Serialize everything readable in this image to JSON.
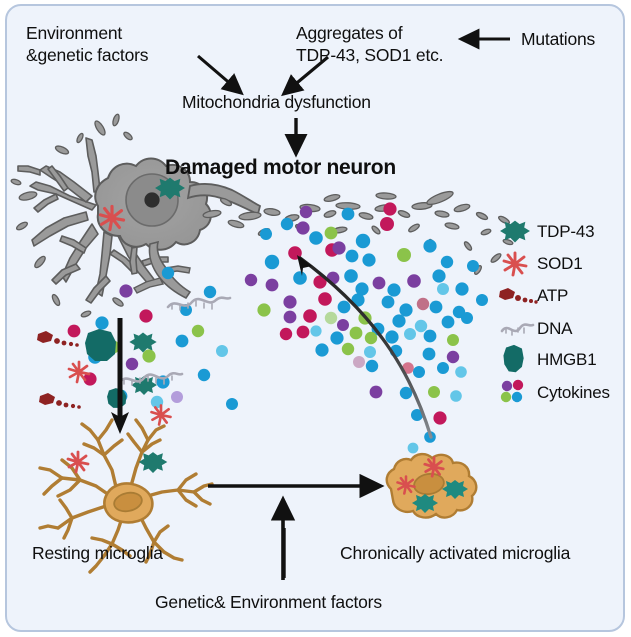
{
  "figure": {
    "title": "ALS damaged motor neuron and microglial activation schematic",
    "background_color": "#eef3fb",
    "border_color": "#b6c6de"
  },
  "labels": {
    "environment_factors": "Environment\n&genetic factors",
    "aggregates": "Aggregates of\nTDP-43, SOD1 etc.",
    "mutations": "Mutations",
    "mitochondria_dysfunction": "Mitochondria dysfunction",
    "damaged_motor_neuron": "Damaged motor neuron",
    "resting_microglia": "Resting microglia",
    "chronically_activated_microglia": "Chronically activated microglia",
    "genetic_environment_factors": "Genetic& Environment factors"
  },
  "legend": {
    "items": [
      {
        "label": "TDP-43",
        "icon": "tdp43-blob-icon",
        "color": "#1f7a6e"
      },
      {
        "label": "SOD1",
        "icon": "sod1-starburst-icon",
        "color": "#d94f4f"
      },
      {
        "label": "ATP",
        "icon": "atp-molecule-icon",
        "color": "#8e2222"
      },
      {
        "label": "DNA",
        "icon": "dna-strand-icon",
        "color": "#a9a9b5"
      },
      {
        "label": "HMGB1",
        "icon": "hmgb1-blob-icon",
        "color": "#136b66"
      },
      {
        "label": "Cytokines",
        "icon": "cytokines-dots-icon",
        "color": "#7b3fa0"
      }
    ]
  },
  "colors": {
    "neuron_body": "#9a9a9a",
    "neuron_outline": "#5d5d5d",
    "neuron_nucleus": "#8a8a8a",
    "neuron_nucleolus": "#333333",
    "microglia_body": "#e0a95c",
    "microglia_outline": "#b07d33",
    "microglia_nucleus": "#c98f3f",
    "arrow_black": "#111111",
    "cytokine_blue": "#1a9ad4",
    "cytokine_purple": "#7b3fa0",
    "cytokine_crimson": "#c2185b",
    "cytokine_green": "#8bc34a",
    "cytokine_lightblue": "#63c6e8"
  },
  "arrows": [
    {
      "name": "mutations-to-aggregates",
      "direction": "left"
    },
    {
      "name": "environment-to-mitochondria",
      "direction": "down-right"
    },
    {
      "name": "aggregates-to-mitochondria",
      "direction": "down-left"
    },
    {
      "name": "mitochondria-to-neuron",
      "direction": "down"
    },
    {
      "name": "neuron-to-resting-microglia",
      "direction": "down"
    },
    {
      "name": "resting-to-activated-microglia",
      "direction": "right"
    },
    {
      "name": "genetic-factors-to-activation",
      "direction": "up"
    },
    {
      "name": "activated-microglia-to-neuron",
      "direction": "curved-up-left"
    }
  ]
}
